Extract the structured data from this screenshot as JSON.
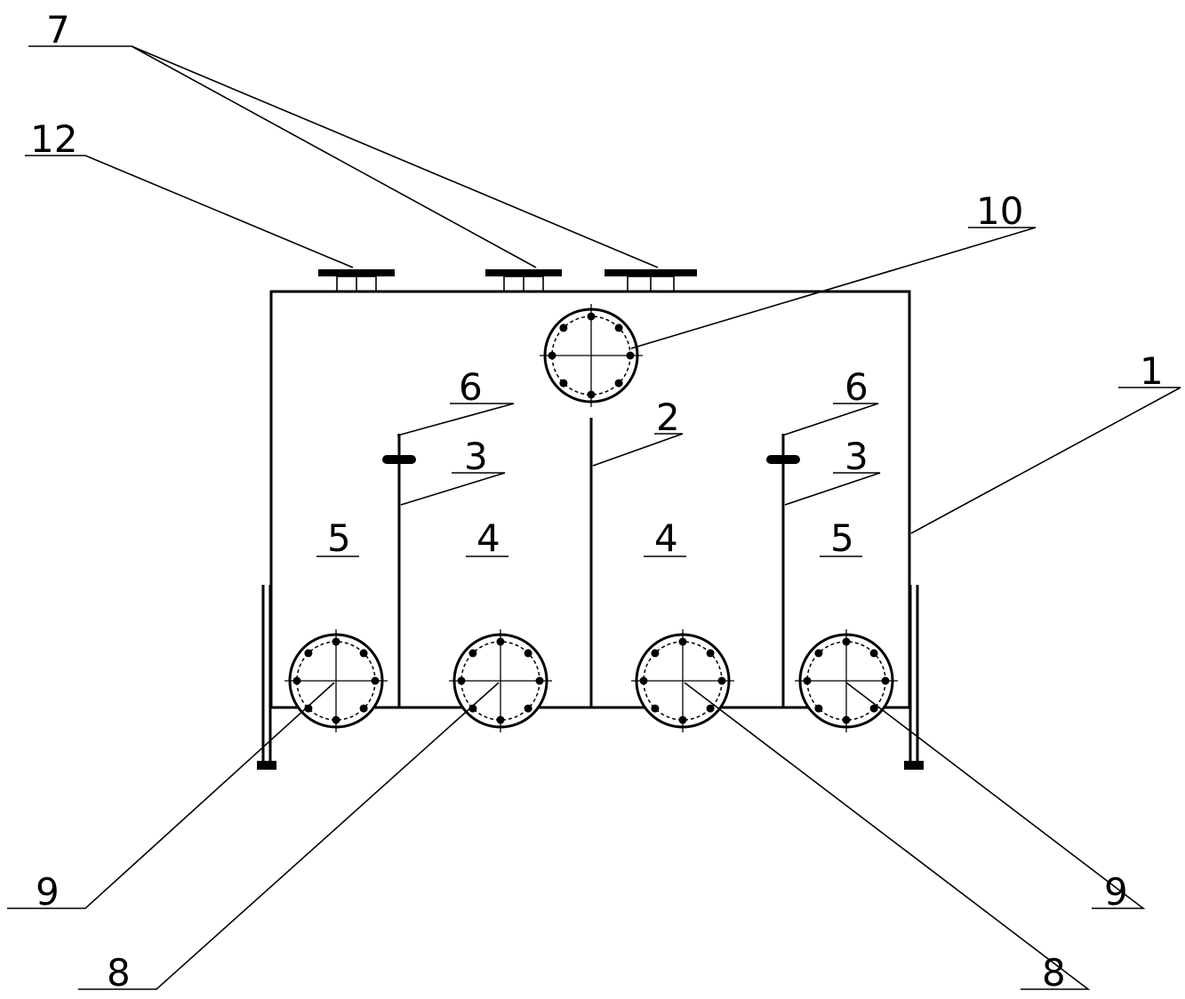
{
  "diagram": {
    "labels": {
      "tank": "1",
      "middle_partition": "2",
      "side_partition_left": "3",
      "side_partition_right": "3",
      "inner_chamber_left": "4",
      "inner_chamber_right": "4",
      "outer_chamber_left": "5",
      "outer_chamber_right": "5",
      "valve_left": "6",
      "valve_right": "6",
      "top_ports": "7",
      "inner_flange_left": "8",
      "inner_flange_right": "8",
      "outer_flange_left": "9",
      "outer_flange_right": "9",
      "top_flange": "10",
      "vent_port": "12"
    }
  }
}
